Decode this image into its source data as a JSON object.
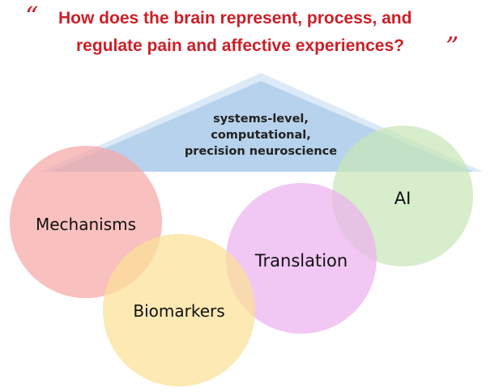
{
  "question": {
    "open_quote": "“",
    "line1": "How does the brain represent, process, and",
    "line2": "regulate pain and affective experiences?",
    "close_quote": "”"
  },
  "framework": {
    "lines": [
      "systems-level,",
      "computational,",
      "precision neuroscience"
    ],
    "color": "#b7d2ec"
  },
  "circles": [
    {
      "label": "Mechanisms",
      "color": "#f7a8a8"
    },
    {
      "label": "Biomarkers",
      "color": "#fbe196"
    },
    {
      "label": "Translation",
      "color": "#ecb2ef"
    },
    {
      "label": "AI",
      "color": "#c8e6b7"
    }
  ]
}
